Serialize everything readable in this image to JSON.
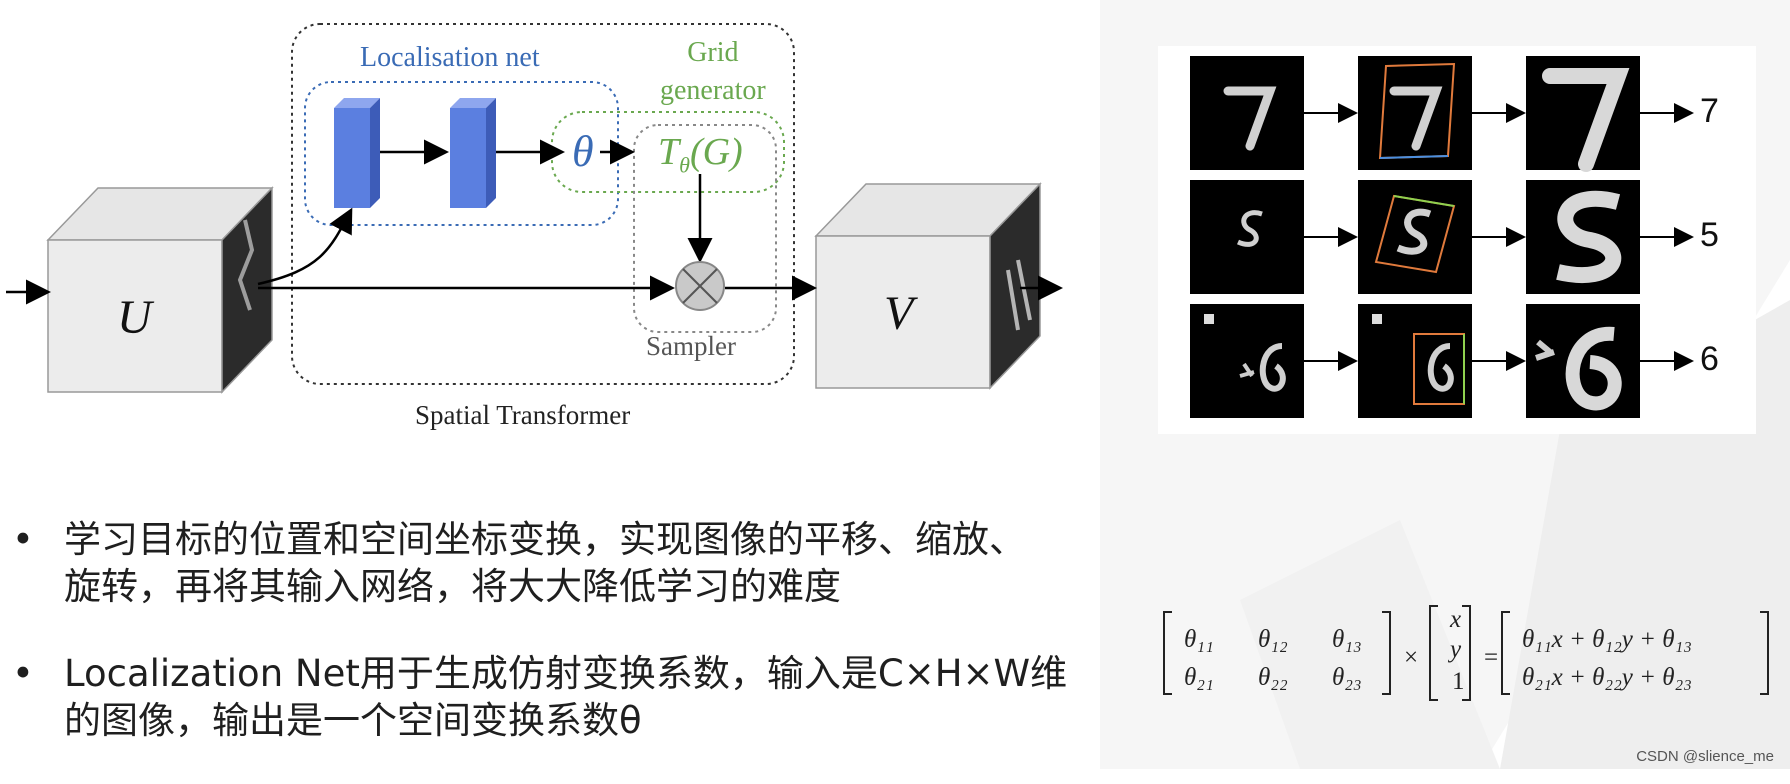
{
  "diagram": {
    "localisation_label": "Localisation net",
    "grid_label_line1": "Grid",
    "grid_label_line2": "generator",
    "theta_symbol": "θ",
    "transform_label": "T",
    "transform_sub": "θ",
    "transform_arg": "(G)",
    "sampler_label": "Sampler",
    "caption": "Spatial Transformer",
    "input_label": "U",
    "output_label": "V"
  },
  "mnist_examples": {
    "outputs": [
      "7",
      "5",
      "6"
    ]
  },
  "bullets": [
    {
      "marker": "•",
      "line1": "学习目标的位置和空间坐标变换，实现图像的平移、缩放、",
      "line2": "旋转，再将其输入网络，将大大降低学习的难度"
    },
    {
      "marker": "•",
      "line1": "Localization Net用于生成仿射变换系数，输入是C×H×W维",
      "line2": "的图像，输出是一个空间变换系数θ"
    }
  ],
  "formula": {
    "m11": "θ₁₁",
    "m12": "θ₁₂",
    "m13": "θ₁₃",
    "m21": "θ₂₁",
    "m22": "θ₂₂",
    "m23": "θ₂₃",
    "times": "×",
    "v1": "x",
    "v2": "y",
    "v3": "1",
    "equals": "=",
    "r1": "θ₁₁x + θ₁₂y + θ₁₃",
    "r2": "θ₂₁x + θ₂₂y + θ₂₃"
  },
  "watermark": "CSDN @slience_me",
  "colors": {
    "localisation_blue": "#3a6bb5",
    "block_fill": "#5b7fe0",
    "grid_green": "#6aa84f",
    "sampler_grey": "#bfbfbf"
  }
}
